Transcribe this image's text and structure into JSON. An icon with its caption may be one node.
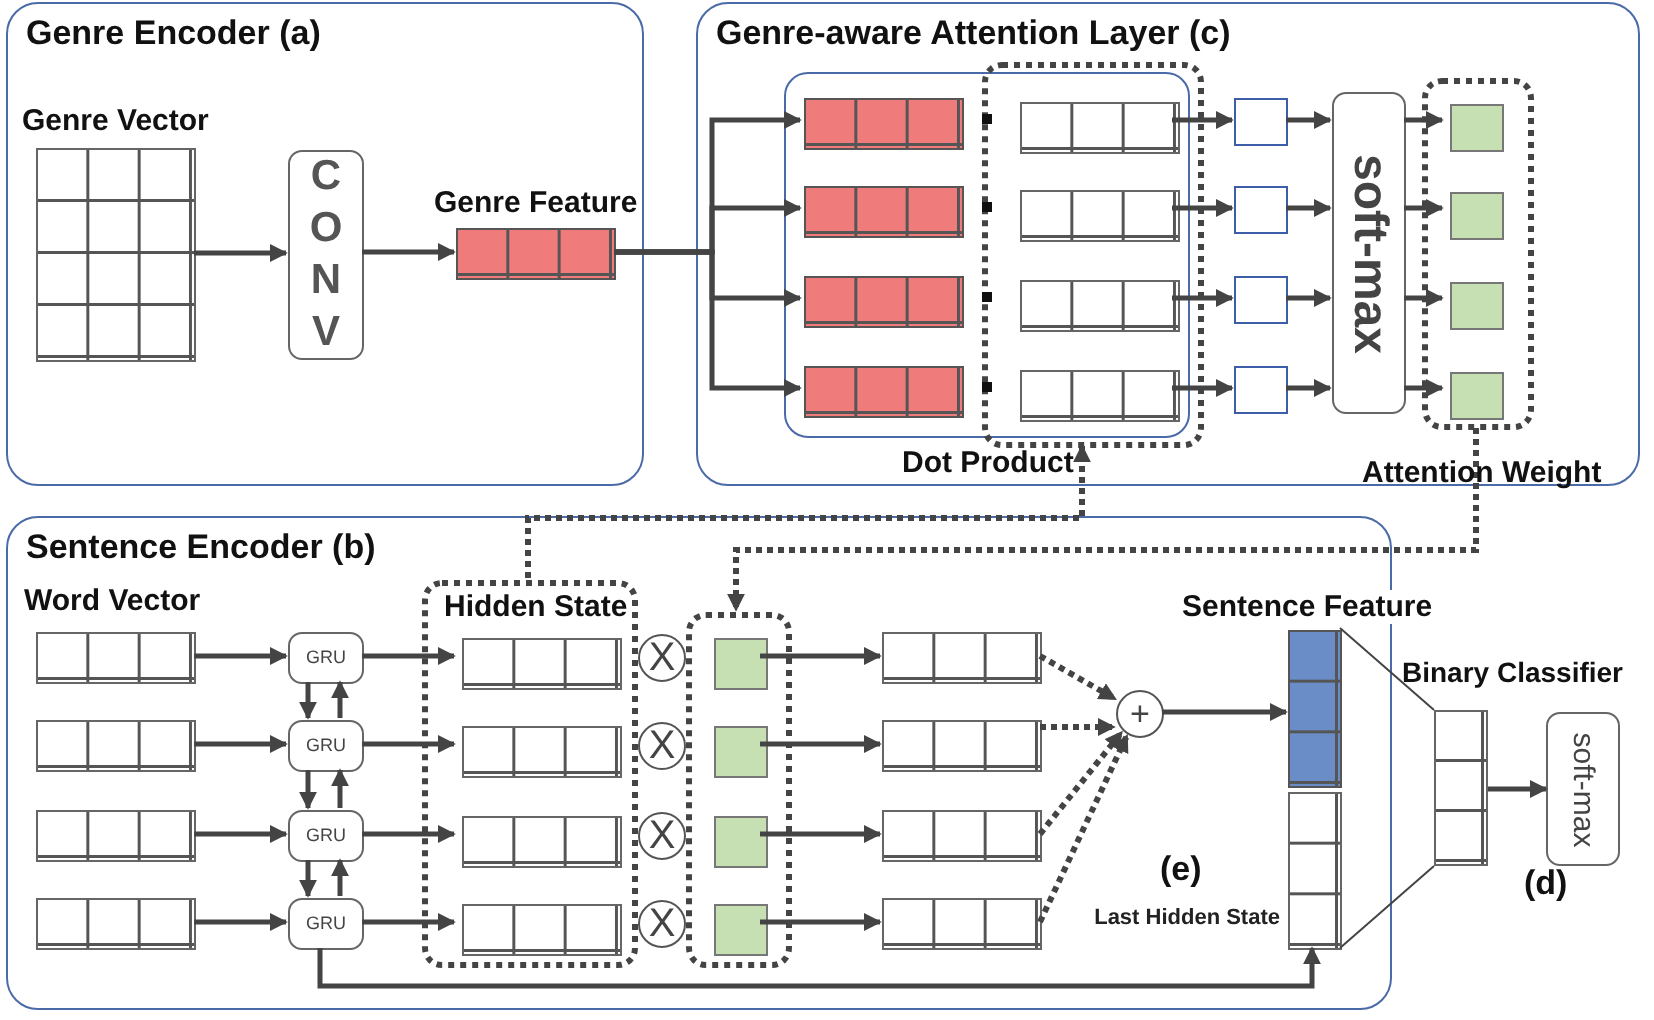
{
  "diagram": {
    "nodes": [
      {
        "text": [
          "Genre Encoder (a)"
        ]
      },
      {
        "text": [
          "Genre Vector"
        ],
        "in": 0
      },
      {
        "text": [
          "CONV"
        ],
        "in": 0
      },
      {
        "text": [
          "Genre Feature"
        ],
        "in": 0
      },
      {
        "text": [
          "Genre-aware Attention Layer (c)"
        ]
      },
      {
        "text": [
          "Dot Product"
        ],
        "in": 4
      },
      {
        "text": [],
        "shape": "box",
        "in": 5
      },
      {
        "text": [],
        "shape": "box",
        "in": 5
      },
      {
        "text": [],
        "shape": "box",
        "in": 5
      },
      {
        "text": [],
        "shape": "box",
        "in": 5
      },
      {
        "text": [],
        "shape": "box",
        "in": 4
      },
      {
        "text": [],
        "shape": "box",
        "in": 10
      },
      {
        "text": [],
        "shape": "box",
        "in": 10
      },
      {
        "text": [],
        "shape": "box",
        "in": 10
      },
      {
        "text": [],
        "shape": "box",
        "in": 10
      },
      {
        "text": [],
        "shape": "box",
        "in": 4
      },
      {
        "text": [],
        "shape": "box",
        "in": 4
      },
      {
        "text": [],
        "shape": "box",
        "in": 4
      },
      {
        "text": [],
        "shape": "box",
        "in": 4
      },
      {
        "text": [
          "soft-max"
        ],
        "in": 4
      },
      {
        "text": [
          "Attention Weight"
        ],
        "in": 4
      },
      {
        "text": [],
        "shape": "box",
        "in": 20
      },
      {
        "text": [],
        "shape": "box",
        "in": 20
      },
      {
        "text": [],
        "shape": "box",
        "in": 20
      },
      {
        "text": [],
        "shape": "box",
        "in": 20
      },
      {
        "text": [
          "Sentence Encoder (b)"
        ]
      },
      {
        "text": [],
        "shape": "box",
        "in": 25
      },
      {
        "text": [],
        "shape": "box",
        "in": 25
      },
      {
        "text": [],
        "shape": "box",
        "in": 25
      },
      {
        "text": [],
        "shape": "box",
        "in": 25
      },
      {
        "text": [
          "GRU"
        ],
        "in": 25
      },
      {
        "text": [
          "GRU"
        ],
        "in": 25
      },
      {
        "text": [
          "GRU"
        ],
        "in": 25
      },
      {
        "text": [
          "GRU"
        ],
        "in": 25
      },
      {
        "text": [
          "Hidden State"
        ],
        "in": 25
      },
      {
        "text": [],
        "shape": "box",
        "in": 34
      },
      {
        "text": [],
        "shape": "box",
        "in": 34
      },
      {
        "text": [],
        "shape": "box",
        "in": 34
      },
      {
        "text": [],
        "shape": "box",
        "in": 34
      },
      {
        "text": [
          "X"
        ],
        "in": 25
      },
      {
        "text": [
          "X"
        ],
        "in": 25
      },
      {
        "text": [
          "X"
        ],
        "in": 25
      },
      {
        "text": [
          "X"
        ],
        "in": 25
      },
      {
        "text": [],
        "shape": "box",
        "in": 25
      },
      {
        "text": [],
        "shape": "box",
        "in": 43
      },
      {
        "text": [],
        "shape": "box",
        "in": 43
      },
      {
        "text": [],
        "shape": "box",
        "in": 43
      },
      {
        "text": [],
        "shape": "box",
        "in": 43
      },
      {
        "text": [],
        "shape": "box",
        "in": 25
      },
      {
        "text": [],
        "shape": "box",
        "in": 25
      },
      {
        "text": [],
        "shape": "box",
        "in": 25
      },
      {
        "text": [],
        "shape": "box",
        "in": 25
      },
      {
        "text": [
          "+"
        ],
        "in": 25
      },
      {
        "text": [
          "Sentence Feature"
        ],
        "in": 25
      },
      {
        "text": [],
        "shape": "box",
        "in": 25,
        "beside": [
          "Last Hidden State"
        ]
      },
      {
        "text": [
          "Binary Classifier"
        ]
      },
      {
        "text": [
          "soft-max"
        ]
      }
    ],
    "edges": [
      {
        "from": 1,
        "to": 2,
        "arrow": "to"
      },
      {
        "from": 2,
        "to": 3,
        "arrow": "to"
      },
      {
        "from": 3,
        "to": 6,
        "arrow": "to"
      },
      {
        "from": 3,
        "to": 7,
        "arrow": "to"
      },
      {
        "from": 3,
        "to": 8,
        "arrow": "to"
      },
      {
        "from": 3,
        "to": 9,
        "arrow": "to"
      },
      {
        "from": 11,
        "to": 15,
        "arrow": "to"
      },
      {
        "from": 12,
        "to": 16,
        "arrow": "to"
      },
      {
        "from": 13,
        "to": 17,
        "arrow": "to"
      },
      {
        "from": 14,
        "to": 18,
        "arrow": "to"
      },
      {
        "from": 15,
        "to": 19,
        "arrow": "to"
      },
      {
        "from": 16,
        "to": 19,
        "arrow": "to"
      },
      {
        "from": 17,
        "to": 19,
        "arrow": "to"
      },
      {
        "from": 18,
        "to": 19,
        "arrow": "to"
      },
      {
        "from": 19,
        "to": 21,
        "arrow": "to"
      },
      {
        "from": 19,
        "to": 22,
        "arrow": "to"
      },
      {
        "from": 19,
        "to": 23,
        "arrow": "to"
      },
      {
        "from": 19,
        "to": 24,
        "arrow": "to"
      },
      {
        "from": 34,
        "to": 10,
        "arrow": "to",
        "style": "dashed"
      },
      {
        "from": 20,
        "to": 43,
        "arrow": "to",
        "style": "dashed"
      },
      {
        "from": 26,
        "to": 30,
        "arrow": "to"
      },
      {
        "from": 27,
        "to": 31,
        "arrow": "to"
      },
      {
        "from": 28,
        "to": 32,
        "arrow": "to"
      },
      {
        "from": 29,
        "to": 33,
        "arrow": "to"
      },
      {
        "from": 30,
        "to": 31,
        "arrow": "to"
      },
      {
        "from": 31,
        "to": 30,
        "arrow": "to"
      },
      {
        "from": 31,
        "to": 32,
        "arrow": "to"
      },
      {
        "from": 32,
        "to": 31,
        "arrow": "to"
      },
      {
        "from": 32,
        "to": 33,
        "arrow": "to"
      },
      {
        "from": 33,
        "to": 32,
        "arrow": "to"
      },
      {
        "from": 30,
        "to": 35,
        "arrow": "to"
      },
      {
        "from": 31,
        "to": 36,
        "arrow": "to"
      },
      {
        "from": 32,
        "to": 37,
        "arrow": "to"
      },
      {
        "from": 33,
        "to": 38,
        "arrow": "to"
      },
      {
        "from": 44,
        "to": 48,
        "arrow": "to"
      },
      {
        "from": 45,
        "to": 49,
        "arrow": "to"
      },
      {
        "from": 46,
        "to": 50,
        "arrow": "to"
      },
      {
        "from": 47,
        "to": 51,
        "arrow": "to"
      },
      {
        "from": 48,
        "to": 52,
        "arrow": "to",
        "style": "dashed"
      },
      {
        "from": 49,
        "to": 52,
        "arrow": "to",
        "style": "dashed"
      },
      {
        "from": 50,
        "to": 52,
        "arrow": "to",
        "style": "dashed"
      },
      {
        "from": 51,
        "to": 52,
        "arrow": "to",
        "style": "dashed"
      },
      {
        "from": 52,
        "to": 53,
        "arrow": "to"
      },
      {
        "from": 33,
        "to": 54,
        "arrow": "to"
      },
      {
        "from": 55,
        "to": 56,
        "arrow": "to"
      },
      {
        "from": 53,
        "to": 55,
        "arrow": "none"
      },
      {
        "from": 54,
        "to": 55,
        "arrow": "none"
      }
    ],
    "labels": [
      "Word Vector",
      "(e)",
      "(d)"
    ]
  }
}
